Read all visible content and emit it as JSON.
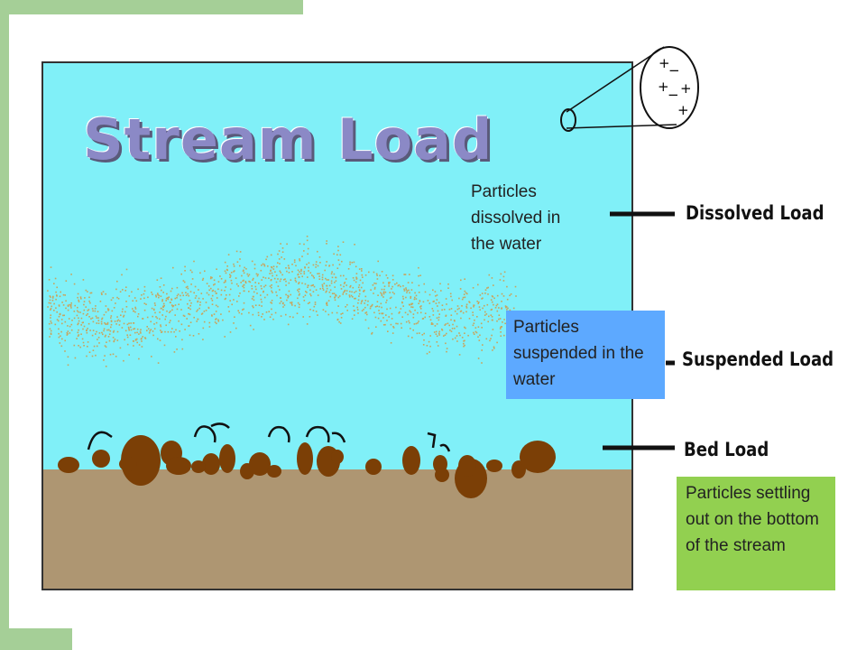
{
  "title": "Stream Load",
  "descriptions": {
    "dissolved": "Particles dissolved in the water",
    "suspended": "Particles suspended in the water",
    "bed": "Particles settling out on the bottom of the stream"
  },
  "labels": {
    "dissolved": "Dissolved Load",
    "suspended": "Suspended Load",
    "bed": "Bed Load"
  },
  "ions": [
    "+",
    "−",
    "+",
    "−",
    "+",
    "+"
  ],
  "colors": {
    "frame_green": "#A5CF97",
    "water": "#80F0F8",
    "streambed": "#AE9672",
    "sediment": "#7B3F06",
    "suspended_speckle": "#C9A45C",
    "suspended_box": "#5DA9FF",
    "bed_box": "#92D050",
    "title": "#8B89C6"
  }
}
